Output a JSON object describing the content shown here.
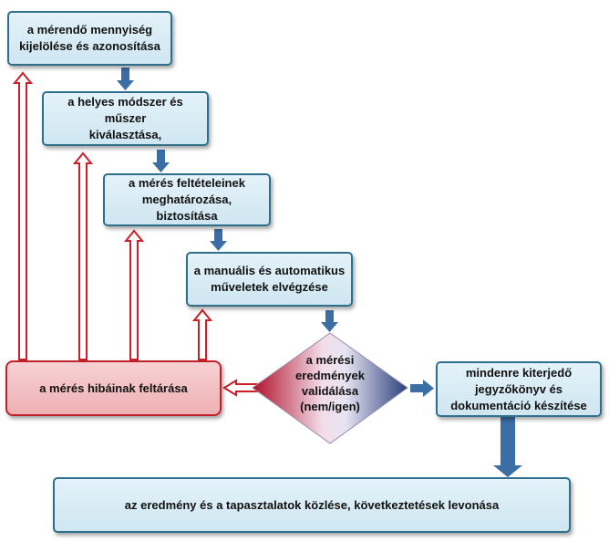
{
  "steps": {
    "step1": "a mérendő mennyiség\nkijelölése és azonosítása",
    "step2": "a helyes módszer és műszer\nkiválasztása,",
    "step3": "a mérés feltételeinek\nmeghatározása, biztosítása",
    "step4": "a manuális és automatikus\nműveletek elvégzése",
    "error": "a mérés hibáinak feltárása",
    "validation": "a mérési\neredmények\nvalidálása\n(nem/igen)",
    "report": "mindenre kiterjedő\njegyzőkönyv és\ndokumentáció készítése",
    "final": "az eredmény és a tapasztalatok közlése, következtetések levonása"
  },
  "colors": {
    "box_border": "#2e6f8e",
    "box_fill": "#d8ecf5",
    "error_border": "#c0202a",
    "error_fill": "#f3c4c7",
    "arrow_blue": "#3a6ea5",
    "arrow_red": "#cc1f2a",
    "diamond_left": "#b0102a",
    "diamond_right": "#2a3f7a"
  }
}
